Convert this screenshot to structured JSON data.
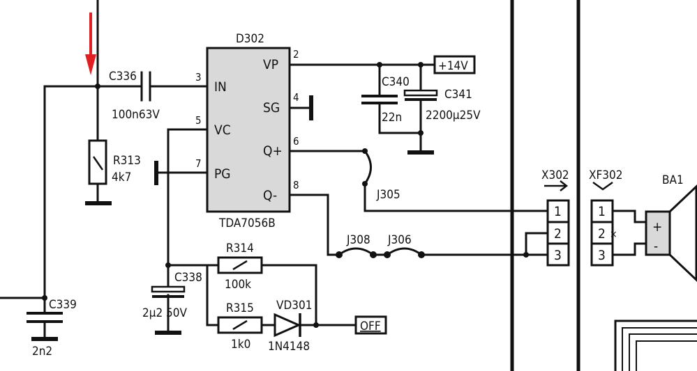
{
  "ic": {
    "ref": "D302",
    "part": "TDA7056B",
    "pins": [
      {
        "num": "3",
        "name": "IN"
      },
      {
        "num": "5",
        "name": "VC"
      },
      {
        "num": "7",
        "name": "PG"
      },
      {
        "num": "2",
        "name": "VP"
      },
      {
        "num": "4",
        "name": "SG"
      },
      {
        "num": "6",
        "name": "Q+"
      },
      {
        "num": "8",
        "name": "Q-"
      }
    ]
  },
  "components": {
    "c336": {
      "ref": "C336",
      "value": "100n63V"
    },
    "r313": {
      "ref": "R313",
      "value": "4k7"
    },
    "c339": {
      "ref": "C339",
      "value": "2n2"
    },
    "c338": {
      "ref": "C338",
      "value": "2µ2 50V"
    },
    "r314": {
      "ref": "R314",
      "value": "100k"
    },
    "r315": {
      "ref": "R315",
      "value": "1k0"
    },
    "vd301": {
      "ref": "VD301",
      "value": "1N4148"
    },
    "c340": {
      "ref": "C340",
      "value": "22n"
    },
    "c341": {
      "ref": "C341",
      "value": "2200µ25V"
    },
    "j305": {
      "ref": "J305"
    },
    "j308": {
      "ref": "J308"
    },
    "j306": {
      "ref": "J306"
    }
  },
  "net_labels": {
    "supply": "+14V",
    "off": "OFF"
  },
  "connectors": {
    "x302": {
      "ref": "X302",
      "pins": [
        "1",
        "2",
        "3"
      ]
    },
    "xf302": {
      "ref": "XF302",
      "pins": [
        "1",
        "2",
        "3"
      ]
    }
  },
  "speaker": {
    "ref": "BA1",
    "plus": "+",
    "minus": "-"
  },
  "colors": {
    "ink": "#111111",
    "ic_fill": "#d9d9d9",
    "arrow": "#e02020"
  }
}
